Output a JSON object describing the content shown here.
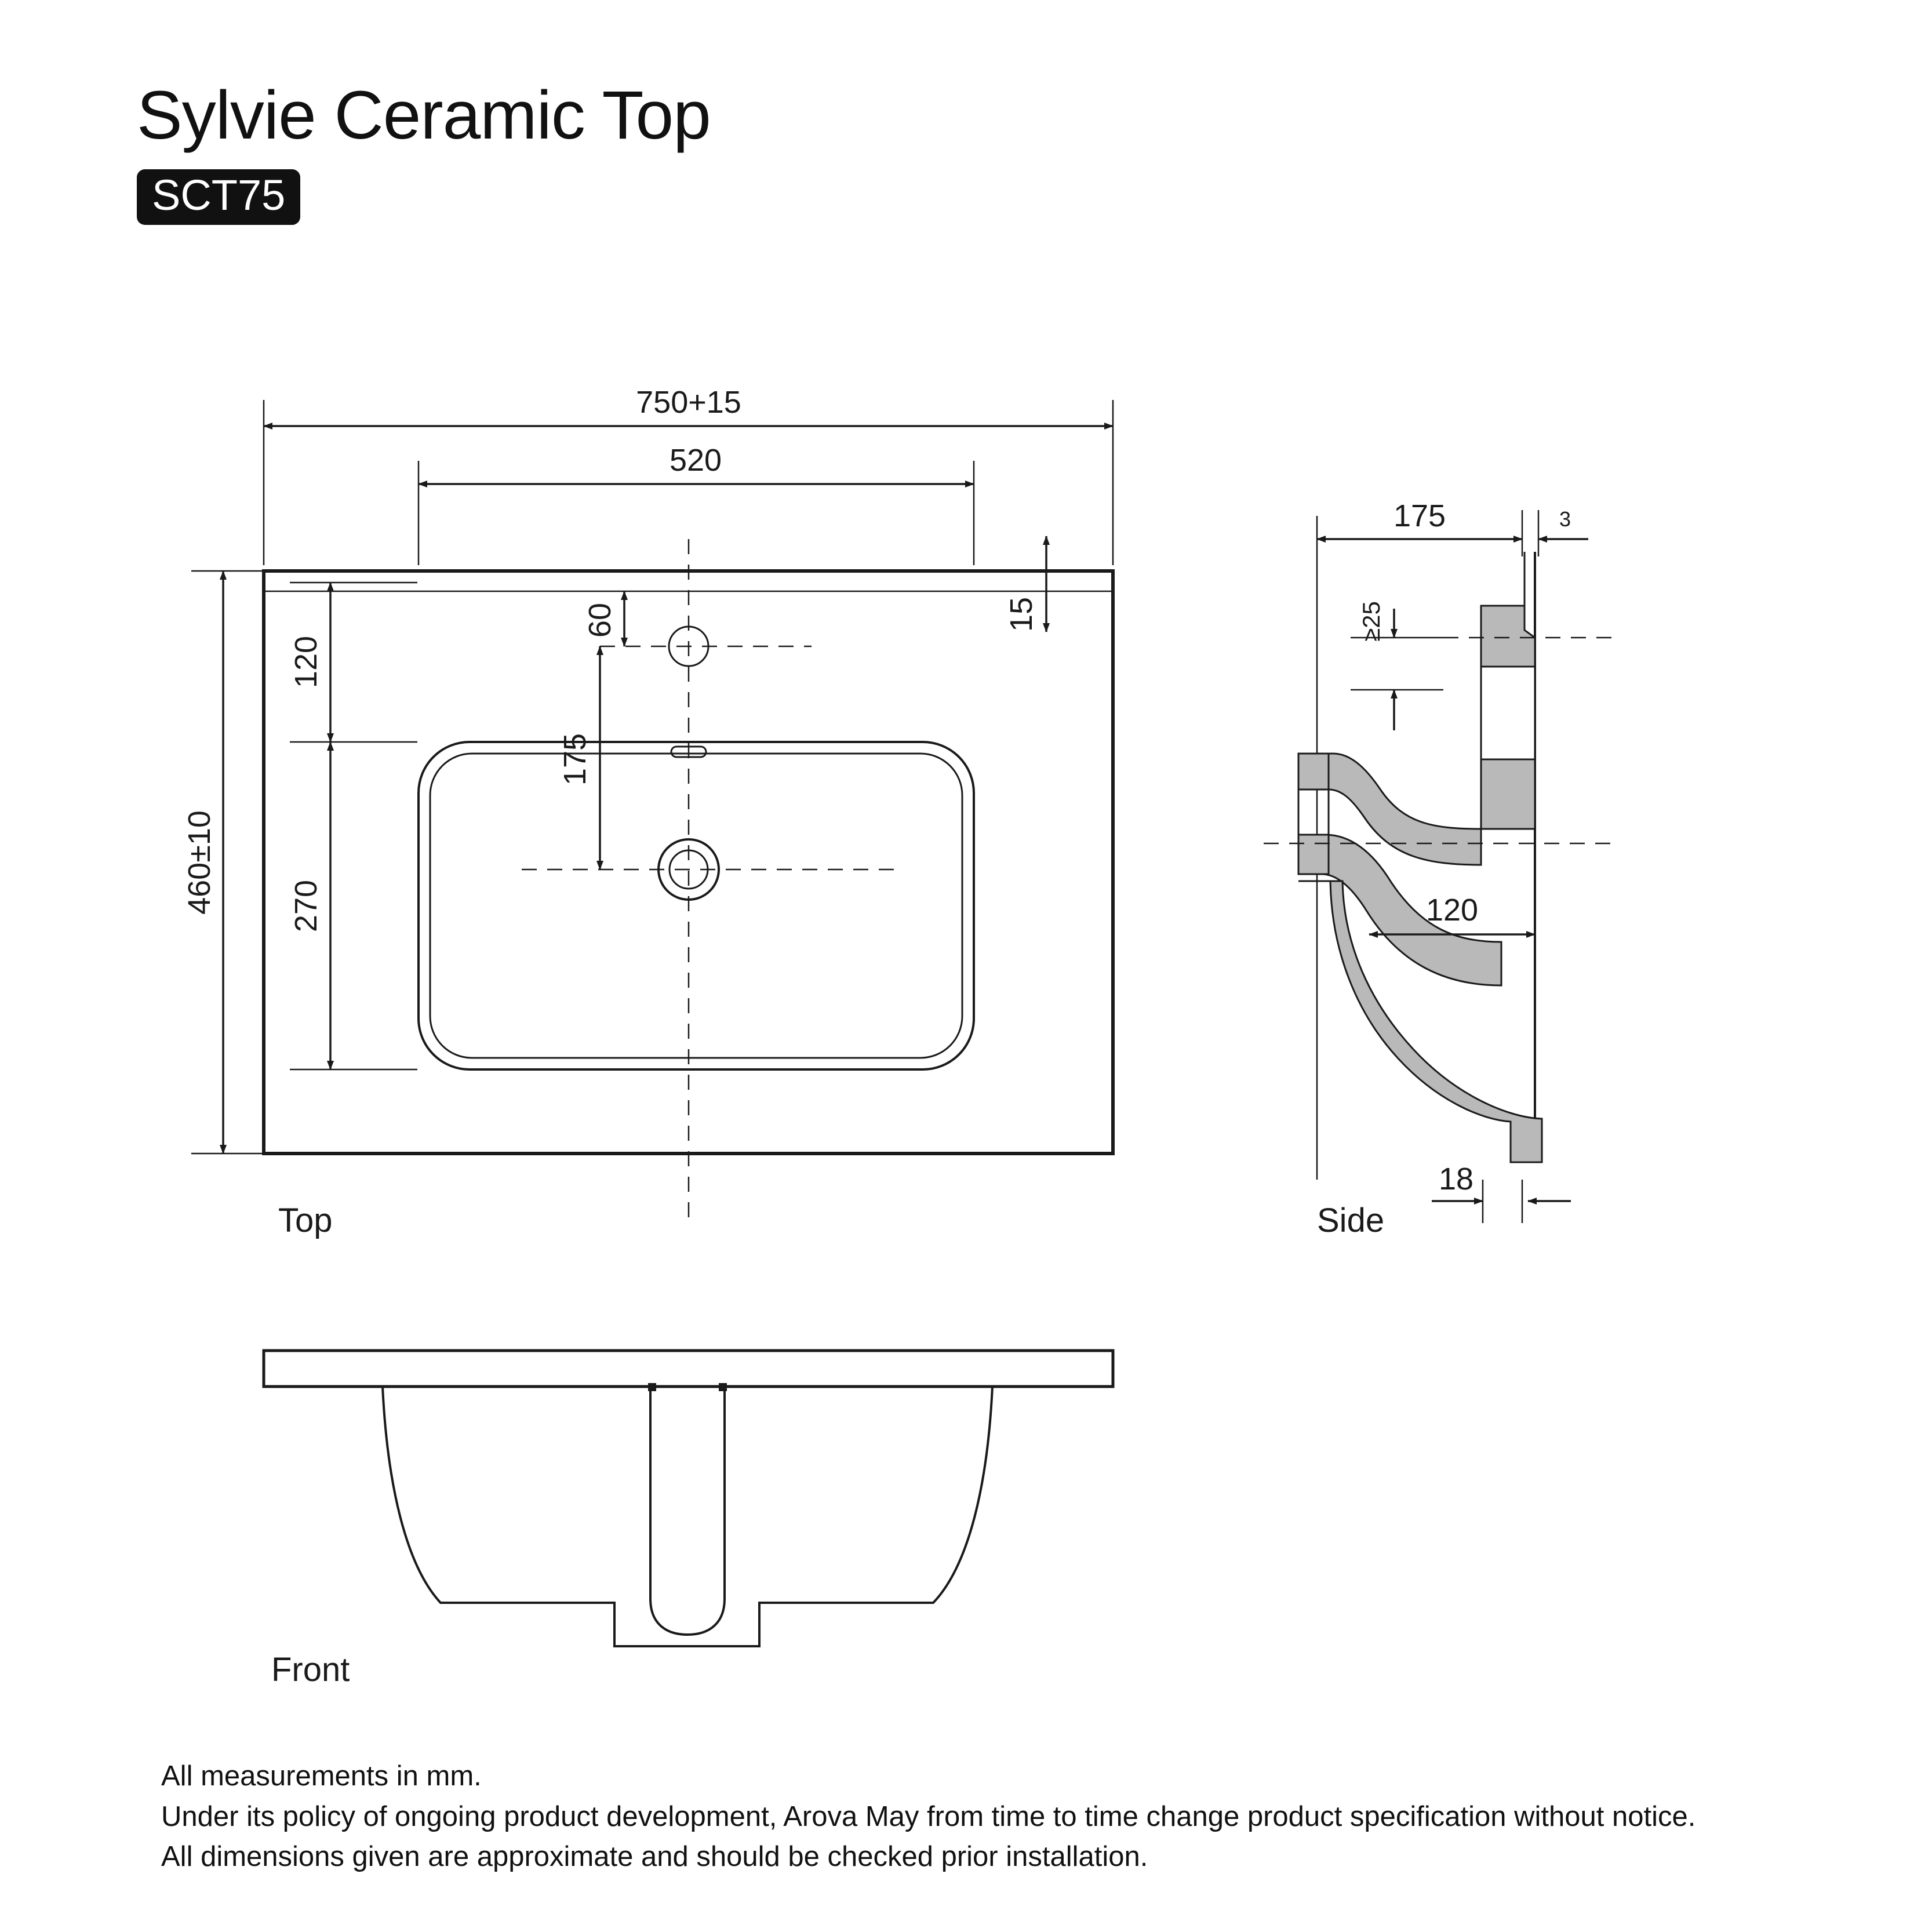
{
  "header": {
    "title": "Sylvie Ceramic Top",
    "model_code": "SCT75"
  },
  "views": {
    "top": {
      "label": "Top"
    },
    "side": {
      "label": "Side"
    },
    "front": {
      "label": "Front"
    }
  },
  "dimensions": {
    "top_view": {
      "overall_width": "750+15",
      "bowl_width": "520",
      "overall_depth": "460±10",
      "back_to_bowl": "120",
      "bowl_depth": "270",
      "tap_hole_from_back": "60",
      "drain_from_tap_hole": "175",
      "rear_lip": "15"
    },
    "side_view": {
      "overall_depth": "175",
      "back_thickness": "3",
      "min_clearance": "≥25",
      "bowl_depth_from_front": "120",
      "front_lip": "18"
    }
  },
  "notes": {
    "line1": "All measurements in mm.",
    "line2": "Under its policy of ongoing product development,  Arova May from time to time change product specification without notice.",
    "line3": "All dimensions given are approximate and should be checked prior installation."
  },
  "colors": {
    "ink": "#1a1a1a",
    "section_fill": "#b9b9b9",
    "badge_bg": "#111111",
    "badge_text": "#ffffff",
    "paper": "#ffffff"
  }
}
